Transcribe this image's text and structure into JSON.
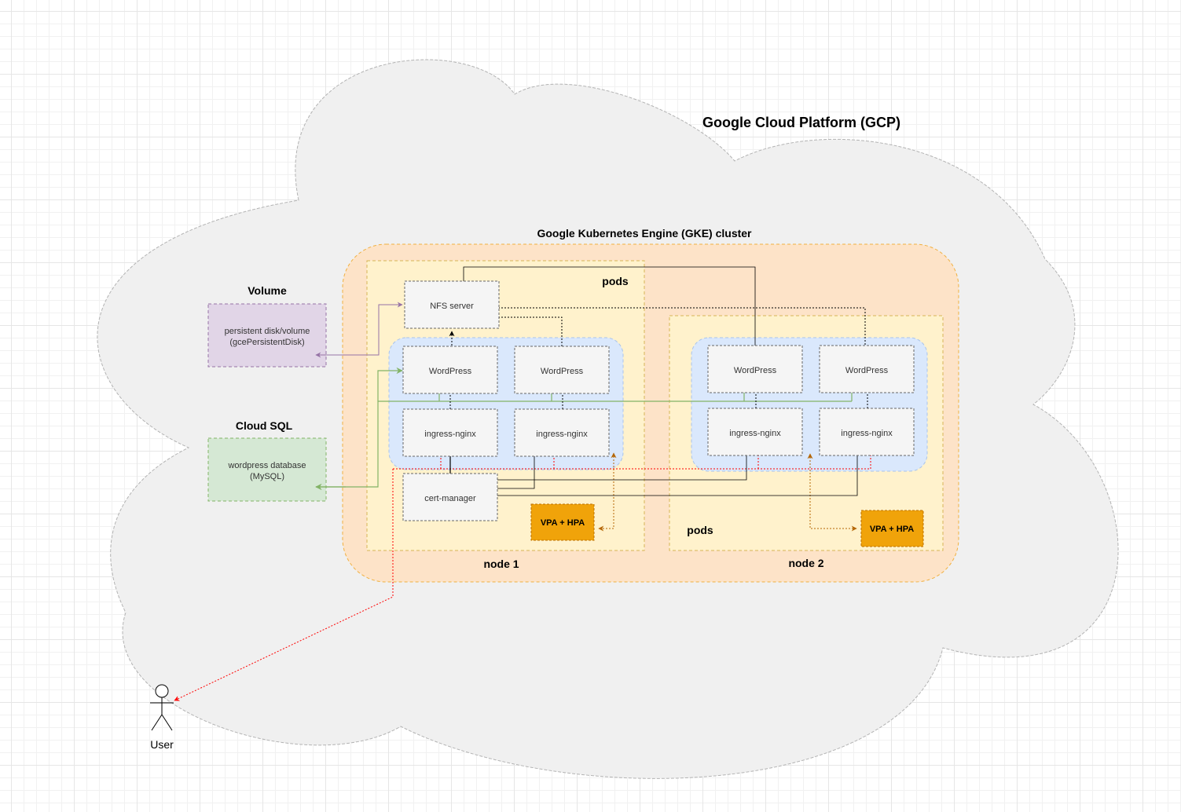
{
  "labels": {
    "gcp": "Google Cloud Platform (GCP)",
    "gke": "Google Kubernetes Engine (GKE) cluster",
    "volume_title": "Volume",
    "volume_line1": "persistent disk/volume",
    "volume_line2": "(gcePersistentDisk)",
    "cloudsql_title": "Cloud SQL",
    "db_line1": "wordpress database",
    "db_line2": "(MySQL)",
    "pods_node1": "pods",
    "pods_node2": "pods",
    "node1": "node 1",
    "node2": "node 2",
    "nfs": "NFS server",
    "wp_n1_a": "WordPress",
    "wp_n1_b": "WordPress",
    "wp_n2_a": "WordPress",
    "wp_n2_b": "WordPress",
    "ing_n1_a": "ingress-nginx",
    "ing_n1_b": "ingress-nginx",
    "ing_n2_a": "ingress-nginx",
    "ing_n2_b": "ingress-nginx",
    "cert": "cert-manager",
    "vpa_n1": "VPA + HPA",
    "vpa_n2": "VPA + HPA",
    "user": "User"
  },
  "colors": {
    "cloud_fill": "#f0f0f0",
    "cloud_stroke": "#b3b3b3",
    "cluster_fill": "#fde3c8",
    "cluster_stroke": "#f0b040",
    "pods_fill": "#fff2cc",
    "pods_stroke": "#d6b656",
    "pod_group_fill": "#dae8fc",
    "pod_group_stroke": "#a9c4eb",
    "box_fill": "#f5f5f5",
    "box_stroke": "#666666",
    "volume_fill": "#e1d5e7",
    "volume_stroke": "#9673a6",
    "db_fill": "#d5e8d4",
    "db_stroke": "#82b366",
    "vpa_fill": "#f0a30a",
    "vpa_stroke": "#bd7000",
    "edge_black": "#000000",
    "edge_purple": "#9673a6",
    "edge_green": "#82b366",
    "edge_red": "#ff0000",
    "edge_orange": "#b46504"
  }
}
